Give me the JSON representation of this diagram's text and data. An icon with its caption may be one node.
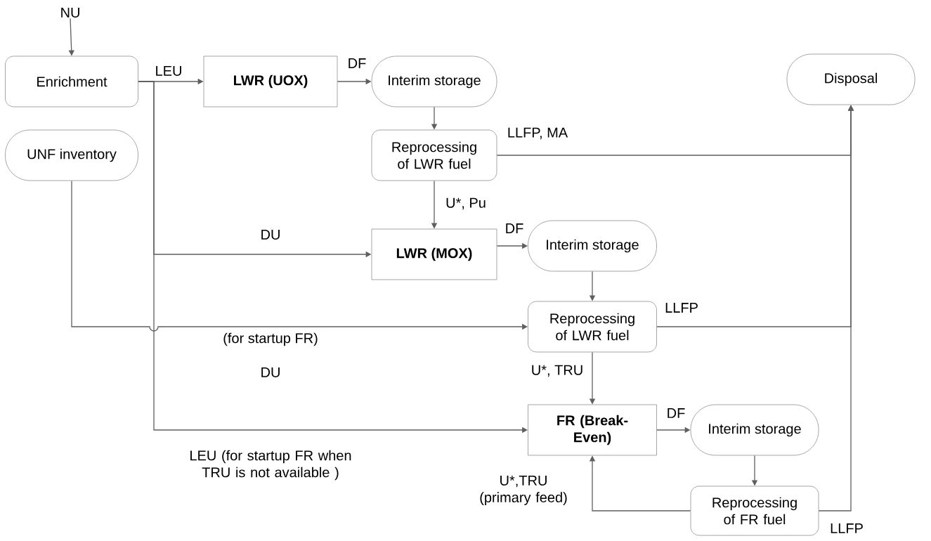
{
  "diagram": {
    "nodes": [
      {
        "text": [
          "NU"
        ]
      },
      {
        "text": [
          "Enrichment"
        ]
      },
      {
        "text": [
          "LWR (UOX)"
        ]
      },
      {
        "text": [
          "Interim storage"
        ]
      },
      {
        "text": [
          "Disposal"
        ]
      },
      {
        "text": [
          "UNF inventory"
        ]
      },
      {
        "text": [
          "Reprocessing of LWR fuel"
        ]
      },
      {
        "text": [
          "LWR (MOX)"
        ]
      },
      {
        "text": [
          "Interim storage"
        ]
      },
      {
        "text": [
          "Reprocessing of LWR fuel"
        ]
      },
      {
        "text": [
          "FR (Break-Even)"
        ]
      },
      {
        "text": [
          "Interim storage"
        ]
      },
      {
        "text": [
          "Reprocessing of FR fuel"
        ]
      }
    ],
    "edges": [
      {
        "from": 0,
        "to": 1,
        "arrow": "to"
      },
      {
        "from": 1,
        "to": 2,
        "arrow": "to",
        "label": "LEU"
      },
      {
        "from": 1,
        "to": 7,
        "arrow": "to",
        "label": "DU"
      },
      {
        "from": 1,
        "to": 10,
        "arrow": "to",
        "label": "DU"
      },
      {
        "from": 2,
        "to": 3,
        "arrow": "to",
        "label": "DF"
      },
      {
        "from": 3,
        "to": 6,
        "arrow": "to"
      },
      {
        "from": 6,
        "to": 7,
        "arrow": "to",
        "label": "U*, Pu"
      },
      {
        "from": 6,
        "to": 4,
        "arrow": "to",
        "label": "LLFP, MA"
      },
      {
        "from": 7,
        "to": 8,
        "arrow": "to",
        "label": "DF"
      },
      {
        "from": 8,
        "to": 9,
        "arrow": "to"
      },
      {
        "from": 5,
        "to": 9,
        "arrow": "to",
        "label": "(for startup FR)"
      },
      {
        "from": 9,
        "to": 4,
        "arrow": "to",
        "label": "LLFP"
      },
      {
        "from": 9,
        "to": 10,
        "arrow": "to",
        "label": "U*, TRU"
      },
      {
        "from": 10,
        "to": 11,
        "arrow": "to",
        "label": "DF"
      },
      {
        "from": 11,
        "to": 12,
        "arrow": "to"
      },
      {
        "from": 12,
        "to": 10,
        "arrow": "to",
        "label": "U*,TRU (primary feed)"
      },
      {
        "from": 12,
        "to": 4,
        "arrow": "to",
        "label": "LLFP"
      }
    ],
    "labels": [
      "LEU (for startup FR when TRU is not available )"
    ]
  }
}
